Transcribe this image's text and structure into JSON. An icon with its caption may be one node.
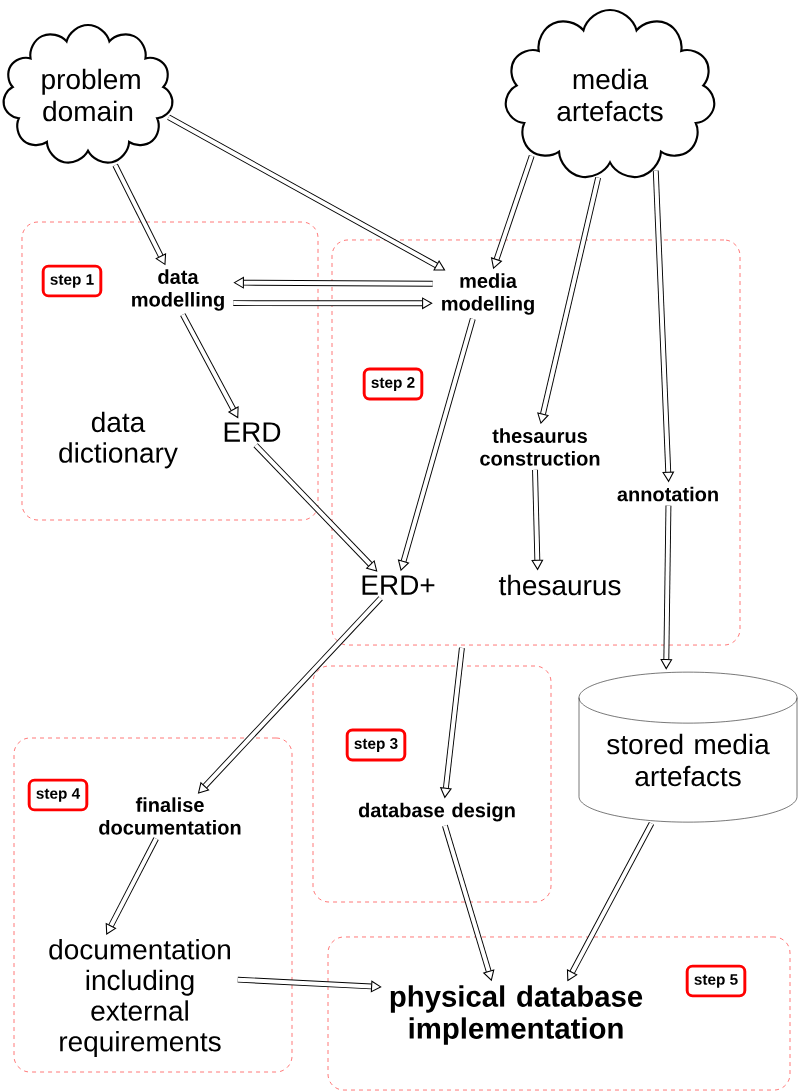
{
  "diagram": {
    "nodes": [
      {
        "text": [
          "problem domain"
        ]
      },
      {
        "text": [
          "media artefacts"
        ]
      },
      {
        "text": [],
        "shape": "box"
      },
      {
        "text": [
          "step 1"
        ],
        "in": 2
      },
      {
        "text": [
          "data modelling"
        ],
        "in": 2
      },
      {
        "text": [
          "data dictionary"
        ],
        "in": 2
      },
      {
        "text": [
          "ERD"
        ],
        "in": 2
      },
      {
        "text": [],
        "shape": "box"
      },
      {
        "text": [
          "media modelling"
        ],
        "in": 7
      },
      {
        "text": [
          "step 2"
        ],
        "in": 7
      },
      {
        "text": [
          "thesaurus construction"
        ],
        "in": 7
      },
      {
        "text": [
          "annotation"
        ],
        "in": 7
      },
      {
        "text": [
          "ERD+"
        ],
        "in": 7
      },
      {
        "text": [
          "thesaurus"
        ],
        "in": 7
      },
      {
        "text": [],
        "shape": "box"
      },
      {
        "text": [
          "step 3"
        ],
        "in": 14
      },
      {
        "text": [
          "database design"
        ],
        "in": 14
      },
      {
        "text": [
          "stored media artefacts"
        ]
      },
      {
        "text": [],
        "shape": "box"
      },
      {
        "text": [
          "step 4"
        ],
        "in": 18
      },
      {
        "text": [
          "finalise documentation"
        ],
        "in": 18
      },
      {
        "text": [
          "documentation including external requirements"
        ],
        "in": 18
      },
      {
        "text": [],
        "shape": "box"
      },
      {
        "text": [
          "physical database implementation"
        ],
        "in": 22
      },
      {
        "text": [
          "step 5"
        ],
        "in": 22
      }
    ],
    "edges": [
      {
        "from": 0,
        "to": 4,
        "arrow": "to"
      },
      {
        "from": 0,
        "to": 8,
        "arrow": "to"
      },
      {
        "from": 1,
        "to": 8,
        "arrow": "to"
      },
      {
        "from": 1,
        "to": 10,
        "arrow": "to"
      },
      {
        "from": 1,
        "to": 11,
        "arrow": "to"
      },
      {
        "from": 8,
        "to": 4,
        "arrow": "to"
      },
      {
        "from": 4,
        "to": 8,
        "arrow": "to"
      },
      {
        "from": 4,
        "to": 6,
        "arrow": "to"
      },
      {
        "from": 6,
        "to": 12,
        "arrow": "to"
      },
      {
        "from": 8,
        "to": 12,
        "arrow": "to"
      },
      {
        "from": 10,
        "to": 13,
        "arrow": "to"
      },
      {
        "from": 11,
        "to": 17,
        "arrow": "to"
      },
      {
        "from": 12,
        "to": 20,
        "arrow": "to"
      },
      {
        "from": 7,
        "to": 16,
        "arrow": "to"
      },
      {
        "from": 16,
        "to": 23,
        "arrow": "to"
      },
      {
        "from": 17,
        "to": 23,
        "arrow": "to"
      },
      {
        "from": 20,
        "to": 21,
        "arrow": "to"
      },
      {
        "from": 21,
        "to": 23,
        "arrow": "to"
      }
    ]
  }
}
